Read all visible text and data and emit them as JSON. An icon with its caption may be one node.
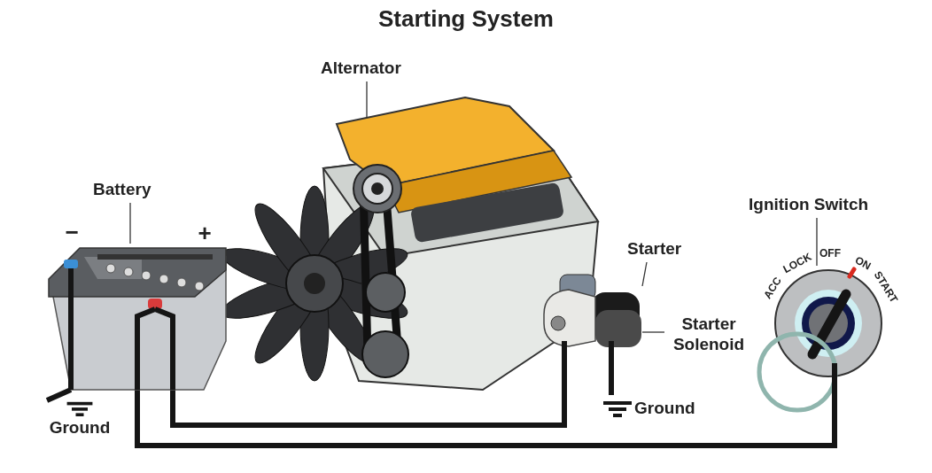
{
  "diagram": {
    "title": "Starting System",
    "nodes": [
      {
        "text": [
          "Battery"
        ]
      },
      {
        "text": [],
        "shape": "picture"
      },
      {
        "text": [
          "Alternator"
        ]
      },
      {
        "text": [],
        "shape": "picture"
      },
      {
        "text": [
          "Starter"
        ]
      },
      {
        "text": [],
        "shape": "picture"
      },
      {
        "text": [
          "Starter Solenoid"
        ]
      },
      {
        "text": [
          "Ignition Switch"
        ]
      },
      {
        "text": [],
        "shape": "picture"
      },
      {
        "text": [
          "Ground"
        ]
      },
      {
        "text": [
          "Ground"
        ]
      }
    ],
    "edges": [
      {
        "from": 0,
        "to": 1,
        "arrow": "none"
      },
      {
        "from": 2,
        "to": 3,
        "arrow": "none"
      },
      {
        "from": 4,
        "to": 5,
        "arrow": "none"
      },
      {
        "from": 6,
        "to": 5,
        "arrow": "none"
      },
      {
        "from": 7,
        "to": 8,
        "arrow": "none"
      },
      {
        "from": 1,
        "to": 9,
        "arrow": "none",
        "style": "thick"
      },
      {
        "from": 1,
        "to": 5,
        "arrow": "none",
        "style": "thick"
      },
      {
        "from": 1,
        "to": 8,
        "arrow": "none",
        "style": "thick"
      },
      {
        "from": 5,
        "to": 10,
        "arrow": "none",
        "style": "thick"
      }
    ],
    "labels": [
      "−",
      "+",
      "ACC",
      "LOCK",
      "OFF",
      "ON",
      "START"
    ]
  }
}
